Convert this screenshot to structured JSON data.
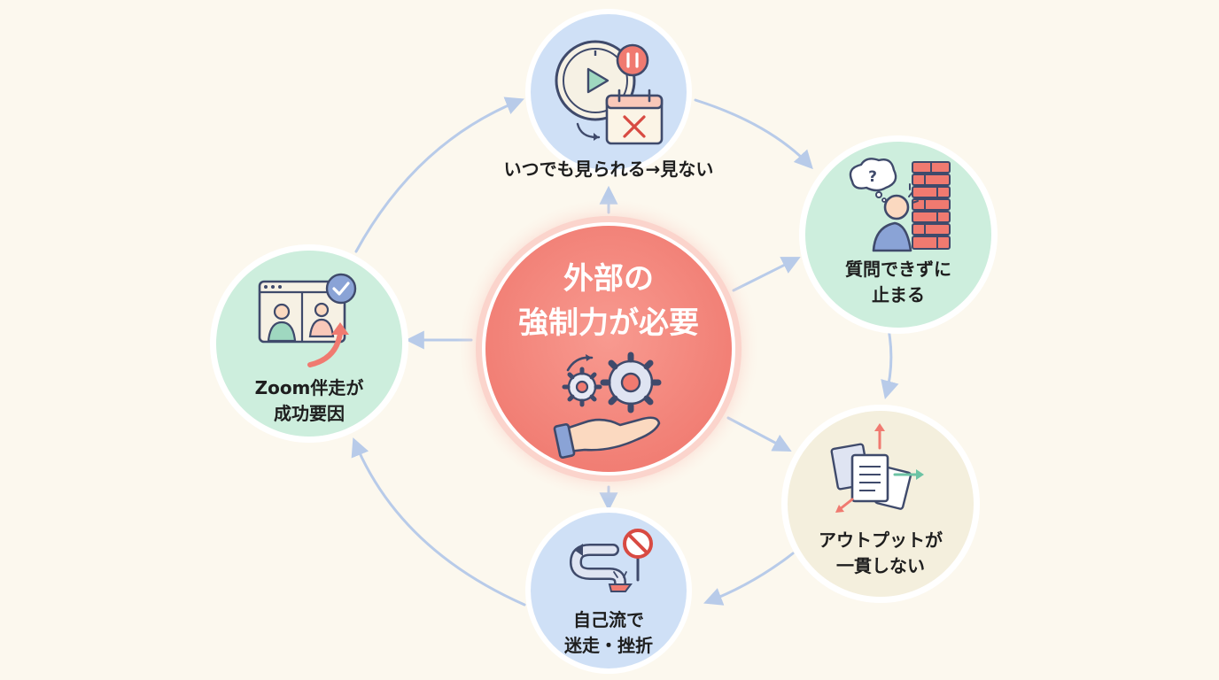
{
  "center": {
    "label_line1": "外部の",
    "label_line2": "強制力が必要",
    "icon": "gears-hand-icon",
    "color": "#f5877d"
  },
  "nodes": [
    {
      "id": "top",
      "line1": "いつでも見られる→見ない",
      "line2": "",
      "icon": "video-paused-calendar-icon",
      "color": "#cfe0f6"
    },
    {
      "id": "right-upper",
      "line1": "質問できずに",
      "line2": "止まる",
      "icon": "confused-person-wall-icon",
      "color": "#cdeedd"
    },
    {
      "id": "right-lower",
      "line1": "アウトプットが",
      "line2": "一貫しない",
      "icon": "scattered-documents-icon",
      "color": "#f4efdd"
    },
    {
      "id": "bottom",
      "line1": "自己流で",
      "line2": "迷走・挫折",
      "icon": "winding-path-stop-icon",
      "color": "#cfe0f6"
    },
    {
      "id": "left",
      "line1": "Zoom伴走が",
      "line2": "成功要因",
      "icon": "video-call-success-icon",
      "color": "#cdeedd"
    }
  ],
  "arrow_color": "#b8cbe9"
}
